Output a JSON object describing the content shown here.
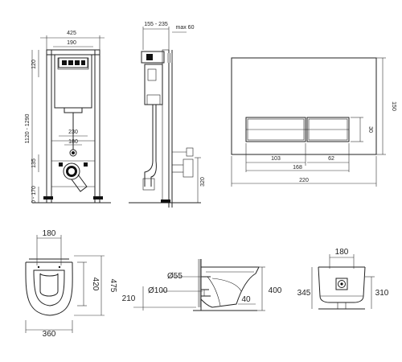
{
  "labels": {
    "frame_width": "425",
    "frame_inner": "190",
    "frame_height_range": "1120 - 1290",
    "frame_120": "120",
    "frame_230": "230",
    "frame_180": "180",
    "frame_135": "135",
    "frame_foot": "0 - 170",
    "side_depth": "155 - 235",
    "side_max": "max 60",
    "side_320": "320",
    "plate_150": "150",
    "plate_30": "30",
    "plate_103": "103",
    "plate_62": "62",
    "plate_168": "168",
    "plate_220": "220",
    "bowl_top_180": "180",
    "bowl_420": "420",
    "bowl_475": "475",
    "bowl_360": "360",
    "pipe_55": "Ø55",
    "pipe_100": "Ø100",
    "height_210": "210",
    "height_400": "400",
    "offset_40": "40",
    "front_180": "180",
    "front_345": "345",
    "front_310": "310"
  }
}
